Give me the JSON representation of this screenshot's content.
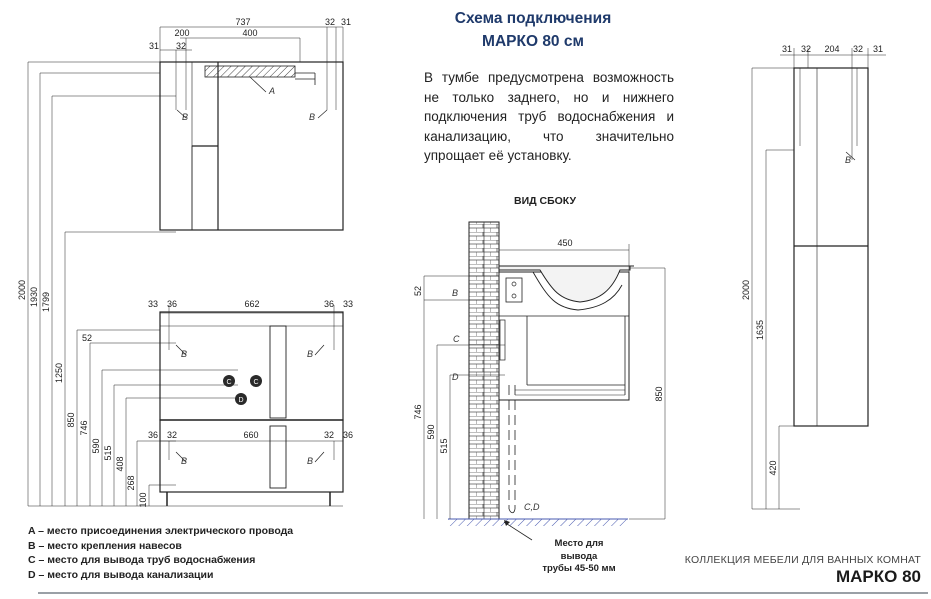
{
  "title": {
    "line1": "Схема подключения",
    "line2": "МАРКО 80 см"
  },
  "description": "В тумбе предусмотрена возможность не только заднего, но и нижнего подключения труб водоснабжения и канализацию, что значительно упрощает её установку.",
  "side_view_title": "ВИД СБОКУ",
  "pipe_note": {
    "line1": "Место для",
    "line2": "вывода",
    "line3": "трубы 45-50 мм"
  },
  "legend": [
    "A – место присоединения электрического провода",
    "B – место крепления навесов",
    "C – место для вывода труб водоснабжения",
    "D – место для вывода канализации"
  ],
  "footer": {
    "collection": "КОЛЛЕКЦИЯ МЕБЕЛИ ДЛЯ ВАННЫХ КОМНАТ",
    "model": "МАРКО 80"
  },
  "front_view": {
    "top_dims": [
      "737",
      "32",
      "31",
      "200",
      "400",
      "31",
      "32"
    ],
    "mid_dims": [
      "33",
      "36",
      "662",
      "36",
      "33"
    ],
    "low_dims": [
      "36",
      "32",
      "660",
      "32",
      "36"
    ],
    "heights": [
      "2000",
      "1930",
      "1799",
      "1250",
      "850",
      "746",
      "590",
      "515",
      "408",
      "268",
      "100"
    ],
    "small_dim": "52",
    "labels": {
      "a": "A",
      "b": "B",
      "c": "C",
      "d": "D"
    }
  },
  "side_view": {
    "depth": "450",
    "top_gap": "52",
    "heights": [
      "746",
      "590",
      "515",
      "850"
    ],
    "labels": {
      "b": "B",
      "c": "C",
      "d": "D",
      "cd": "C,D"
    }
  },
  "tall_view": {
    "top_dims": [
      "31",
      "32",
      "204",
      "32",
      "31"
    ],
    "heights": [
      "2000",
      "1635",
      "420"
    ],
    "label_b": "B"
  }
}
